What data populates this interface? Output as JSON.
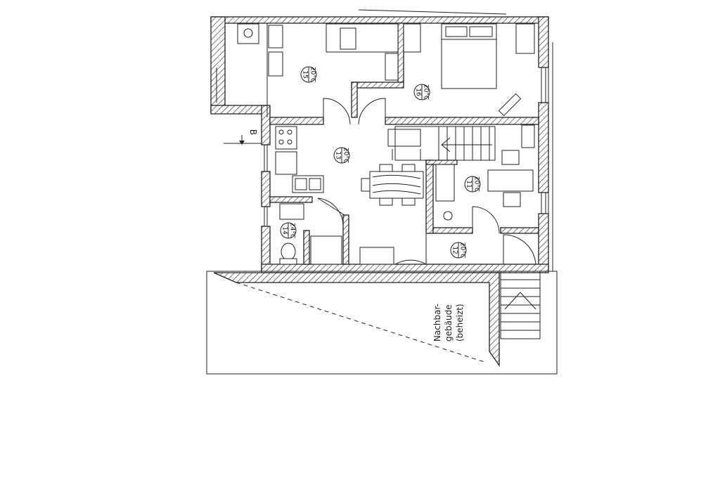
{
  "rooms": [
    {
      "id": "15",
      "temp": "20°C"
    },
    {
      "id": "16",
      "temp": "20°C"
    },
    {
      "id": "13",
      "temp": "20°C"
    },
    {
      "id": "11",
      "temp": "20°C"
    },
    {
      "id": "14",
      "temp": "24°C"
    },
    {
      "id": "12",
      "temp": "20°C"
    }
  ],
  "section_mark": "B",
  "neighbor_note": {
    "line1": "Nachbar-",
    "line2": "gebäude",
    "line3": "(beheizt)"
  }
}
